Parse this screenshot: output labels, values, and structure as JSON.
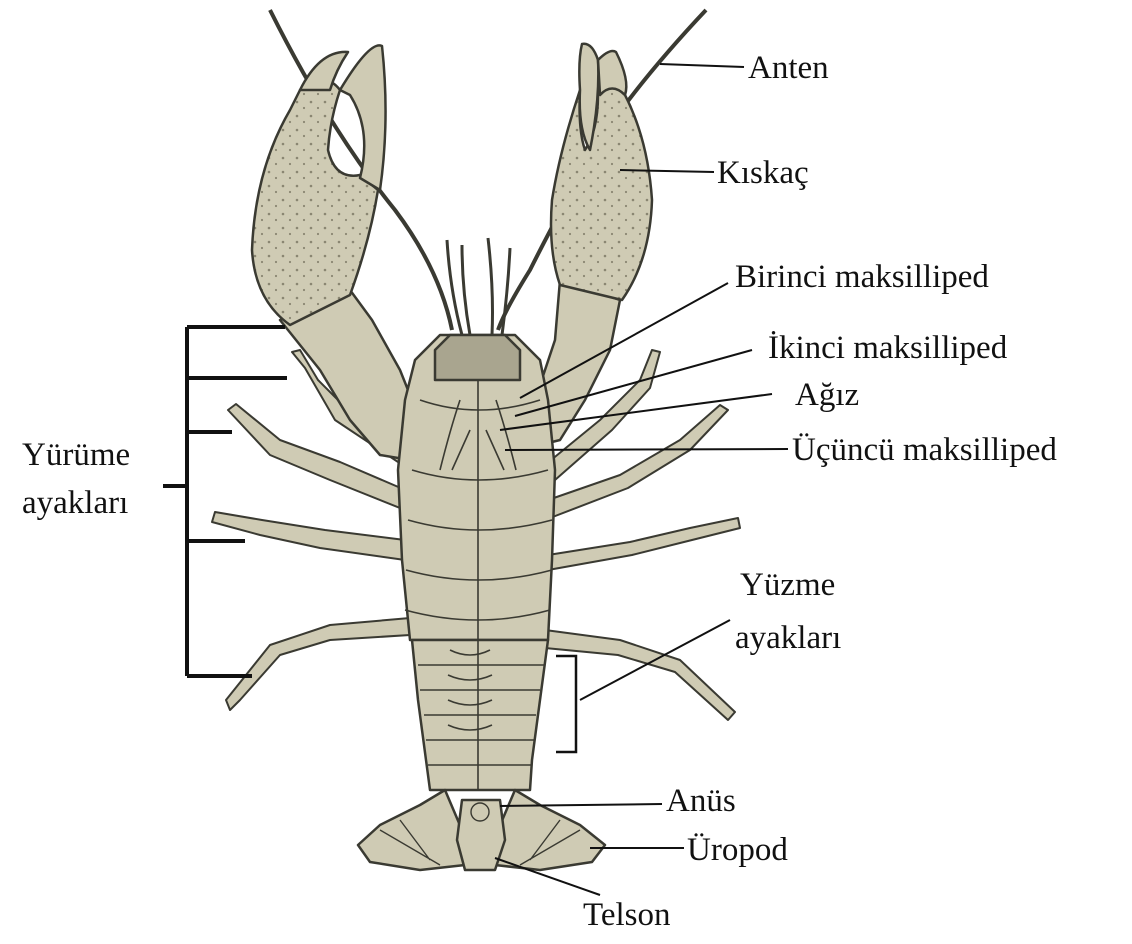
{
  "labels": {
    "anten": "Anten",
    "kiskac": "Kıskaç",
    "birinci": "Birinci maksilliped",
    "ikinci": "İkinci maksilliped",
    "agiz": "Ağız",
    "ucuncu": "Üçüncü maksilliped",
    "yurume_1": "Yürüme",
    "yurume_2": "ayakları",
    "yuzme_1": "Yüzme",
    "yuzme_2": "ayakları",
    "anus": "Anüs",
    "uropod": "Üropod",
    "telson": "Telson"
  },
  "colors": {
    "body_fill": "#cfcbb4",
    "body_shade": "#a9a58f",
    "outline": "#3a3a32",
    "line": "#111111"
  }
}
